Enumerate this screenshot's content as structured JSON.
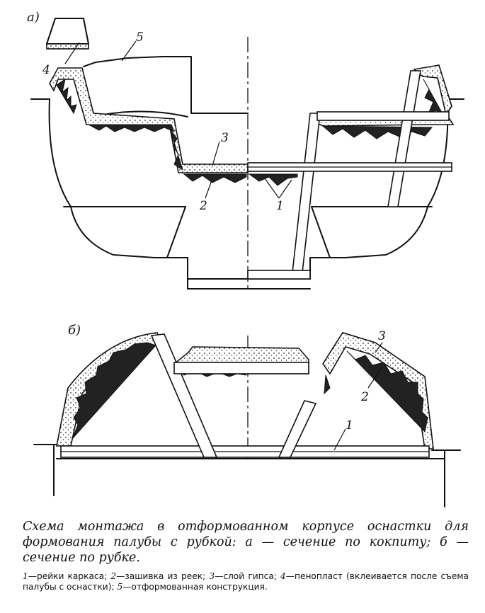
{
  "figure": {
    "view_a_label": "а)",
    "view_b_label": "б)",
    "callouts_a": [
      "1",
      "2",
      "3",
      "4",
      "5"
    ],
    "callouts_b": [
      "1",
      "2",
      "3"
    ]
  },
  "caption": {
    "title": "Схема монтажа в отформованном корпусе оснастки для формования палубы с рубкой: а — сечение по кокпиту; б — сечение по рубке.",
    "legend": [
      {
        "num": "1",
        "text": "рейки каркаса;"
      },
      {
        "num": "2",
        "text": "зашивка из реек;"
      },
      {
        "num": "3",
        "text": "слой гипса;"
      },
      {
        "num": "4",
        "text": "пенопласт (вклеивается после съема палубы с оснастки);"
      },
      {
        "num": "5",
        "text": "отформованная конструкция."
      }
    ]
  }
}
